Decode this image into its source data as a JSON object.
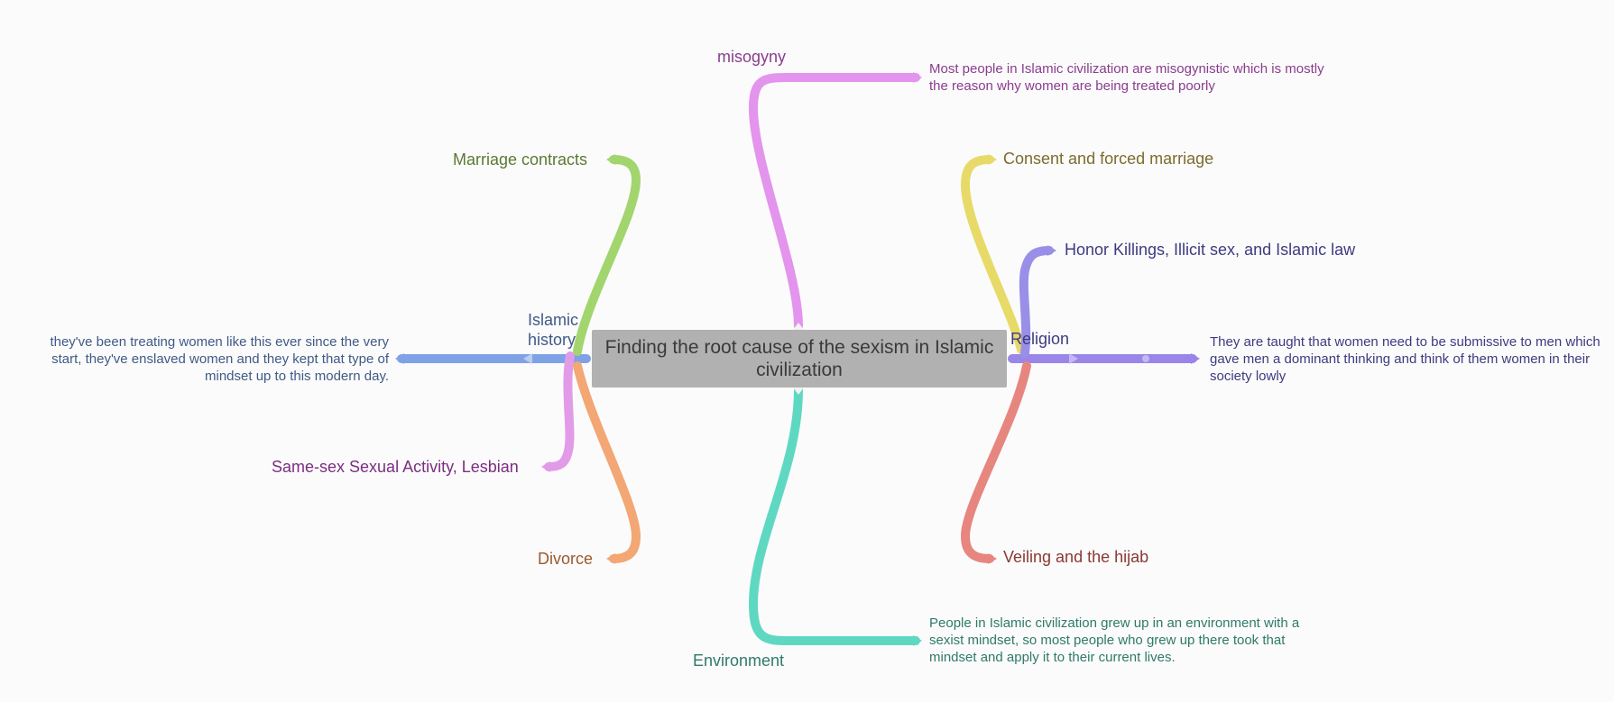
{
  "center": {
    "title": "Finding the root cause of the sexism in Islamic civilization"
  },
  "branches": {
    "islamic_history": {
      "label": "Islamic history",
      "color": "#7fa2e6",
      "note": "they've been treating women like this ever since the very start, they've enslaved women and they kept that type of mindset up to this modern day."
    },
    "religion": {
      "label": "Religion",
      "color": "#9a86e8",
      "note": "They are taught that women need to be submissive to men which gave men a dominant thinking and think of them women in their society lowly"
    },
    "misogyny": {
      "label": "misogyny",
      "color": "#e394ec",
      "note": "Most people in Islamic civilization are misogynistic which is mostly the reason why women are being treated poorly"
    },
    "environment": {
      "label": "Environment",
      "color": "#5fd8c2",
      "note": "People in Islamic civilization grew up in an environment with a sexist mindset, so most people who grew up there took that mindset and apply it to their current lives."
    },
    "marriage_contracts": {
      "label": "Marriage contracts",
      "color": "#a2d56e"
    },
    "same_sex": {
      "label": "Same-sex Sexual Activity, Lesbian",
      "color": "#e29be8"
    },
    "divorce": {
      "label": "Divorce",
      "color": "#f2a774"
    },
    "consent": {
      "label": "Consent and forced marriage",
      "color": "#e8da68"
    },
    "honor": {
      "label": "Honor Killings, Illicit sex, and Islamic law",
      "color": "#9a8fe8"
    },
    "veiling": {
      "label": "Veiling and the hijab",
      "color": "#e6867f"
    }
  },
  "colors": {
    "center_bg": "#b1b1b1",
    "text_history": "#3f5a86",
    "text_religion": "#3d3b80",
    "text_misogyny": "#8a3d8e",
    "text_environment": "#2f7a68",
    "text_marriage": "#5a7a32",
    "text_same_sex": "#7a2f80",
    "text_divorce": "#9a5a2e",
    "text_consent": "#7a6c2e",
    "text_honor": "#3d3b80",
    "text_veiling": "#8a3a34"
  }
}
